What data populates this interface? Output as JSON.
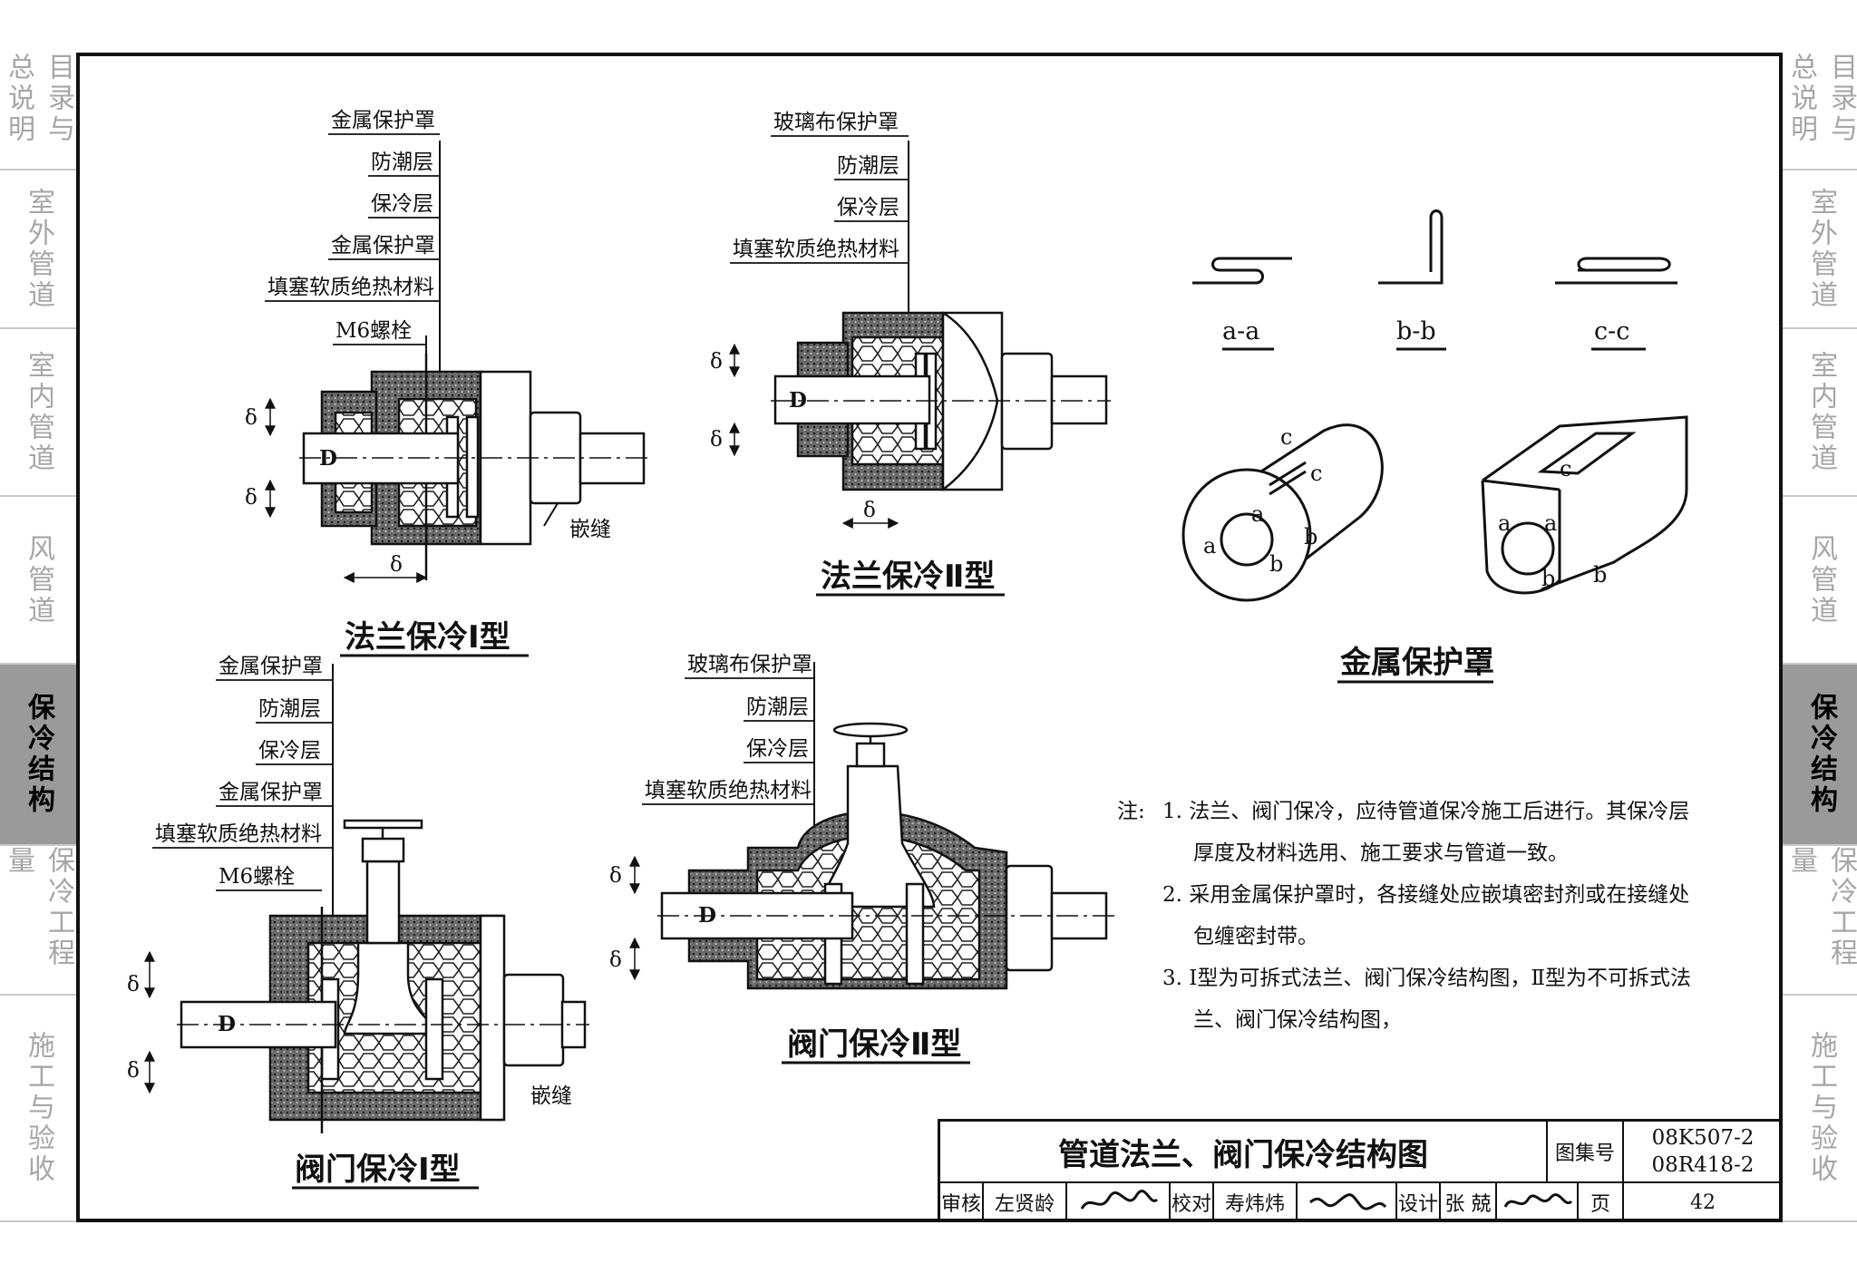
{
  "left_tabs": [
    {
      "label": "目录与总说明",
      "active": false
    },
    {
      "label": "室外管道",
      "active": false
    },
    {
      "label": "室内管道",
      "active": false
    },
    {
      "label": "风管道",
      "active": false
    },
    {
      "label": "保冷结构",
      "active": true
    },
    {
      "label": "保冷工程量",
      "active": false
    },
    {
      "label": "施工与验收",
      "active": false
    }
  ],
  "right_tabs": [
    {
      "label": "目录与总说明",
      "active": false
    },
    {
      "label": "室外管道",
      "active": false
    },
    {
      "label": "室内管道",
      "active": false
    },
    {
      "label": "风管道",
      "active": false
    },
    {
      "label": "保冷结构",
      "active": true
    },
    {
      "label": "保冷工程量",
      "active": false
    },
    {
      "label": "施工与验收",
      "active": false
    }
  ],
  "flange_type1": {
    "caption": "法兰保冷Ⅰ型",
    "labels": [
      "金属保护罩",
      "防潮层",
      "保冷层",
      "金属保护罩",
      "填塞软质绝热材料",
      "M6螺栓"
    ],
    "joint_label": "嵌缝",
    "dim": "δ",
    "pipe_mark": "D"
  },
  "flange_type2": {
    "caption": "法兰保冷Ⅱ型",
    "labels": [
      "玻璃布保护罩",
      "防潮层",
      "保冷层",
      "填塞软质绝热材料"
    ],
    "dim": "δ",
    "pipe_mark": "D"
  },
  "valve_type1": {
    "caption": "阀门保冷Ⅰ型",
    "labels": [
      "金属保护罩",
      "防潮层",
      "保冷层",
      "金属保护罩",
      "填塞软质绝热材料",
      "M6螺栓"
    ],
    "joint_label": "嵌缝",
    "dim": "δ",
    "pipe_mark": "D"
  },
  "valve_type2": {
    "caption": "阀门保冷Ⅱ型",
    "labels": [
      "玻璃布保护罩",
      "防潮层",
      "保冷层",
      "填塞软质绝热材料"
    ],
    "dim": "δ",
    "pipe_mark": "D"
  },
  "metal_cover": {
    "caption": "金属保护罩",
    "sections": [
      "a-a",
      "b-b",
      "c-c"
    ],
    "marks": [
      "a",
      "b",
      "c"
    ]
  },
  "notes": {
    "prefix": "注:",
    "items": [
      "1.  法兰、阀门保冷，应待管道保冷施工后进行。其保冷层厚度及材料选用、施工要求与管道一致。",
      "2.  采用金属保护罩时，各接缝处应嵌填密封剂或在接缝处包缠密封带。",
      "3.  Ⅰ型为可拆式法兰、阀门保冷结构图，Ⅱ型为不可拆式法兰、阀门保冷结构图，"
    ]
  },
  "title_block": {
    "title": "管道法兰、阀门保冷结构图",
    "set_label": "图集号",
    "set_numbers": [
      "08K507-2",
      "08R418-2"
    ],
    "row": {
      "review_label": "审核",
      "reviewer": "左贤龄",
      "check_label": "校对",
      "checker": "寿炜炜",
      "design_label": "设计",
      "designer": "张 兢",
      "page_label": "页",
      "page": "42"
    }
  }
}
